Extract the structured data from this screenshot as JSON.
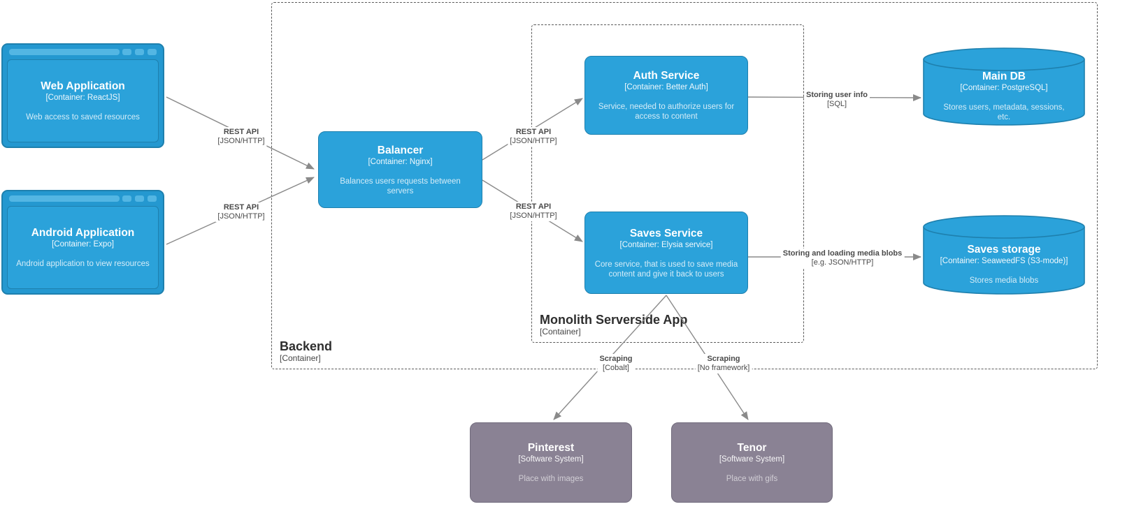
{
  "boundaries": {
    "backend": {
      "title": "Backend",
      "meta": "[Container]"
    },
    "monolith": {
      "title": "Monolith Serverside App",
      "meta": "[Container]"
    }
  },
  "nodes": {
    "web_app": {
      "title": "Web Application",
      "meta": "[Container: ReactJS]",
      "desc": "Web access to saved resources"
    },
    "android_app": {
      "title": "Android Application",
      "meta": "[Container: Expo]",
      "desc": "Android application to view resources"
    },
    "balancer": {
      "title": "Balancer",
      "meta": "[Container: Nginx]",
      "desc": "Balances users requests between servers"
    },
    "auth_service": {
      "title": "Auth Service",
      "meta": "[Container: Better Auth]",
      "desc": "Service, needed to authorize users for access to content"
    },
    "saves_service": {
      "title": "Saves Service",
      "meta": "[Container: Elysia service]",
      "desc": "Core service, that is used to save media content and give it back to users"
    },
    "main_db": {
      "title": "Main DB",
      "meta": "[Container: PostgreSQL]",
      "desc": "Stores users, metadata, sessions, etc."
    },
    "saves_storage": {
      "title": "Saves storage",
      "meta": "[Container: SeaweedFS (S3-mode)]",
      "desc": "Stores media blobs"
    },
    "pinterest": {
      "title": "Pinterest",
      "meta": "[Software System]",
      "desc": "Place with images"
    },
    "tenor": {
      "title": "Tenor",
      "meta": "[Software System]",
      "desc": "Place with gifs"
    }
  },
  "edges": {
    "web_to_balancer": {
      "label": "REST API",
      "meta": "[JSON/HTTP]"
    },
    "android_to_balancer": {
      "label": "REST API",
      "meta": "[JSON/HTTP]"
    },
    "balancer_to_auth": {
      "label": "REST API",
      "meta": "[JSON/HTTP]"
    },
    "balancer_to_saves": {
      "label": "REST API",
      "meta": "[JSON/HTTP]"
    },
    "auth_to_main_db": {
      "label": "Storing user info",
      "meta": "[SQL]"
    },
    "saves_to_storage": {
      "label": "Storing and loading media blobs",
      "meta": "[e.g. JSON/HTTP]"
    },
    "saves_to_pinterest": {
      "label": "Scraping",
      "meta": "[Cobalt]"
    },
    "saves_to_tenor": {
      "label": "Scraping",
      "meta": "[No framework]"
    }
  },
  "colors": {
    "container-fill": "#2BA2DA",
    "container-border": "#1E80AE",
    "frame-fill": "#2498D0",
    "frame-accent": "#53B6E3",
    "external-fill": "#8A8294",
    "external-border": "#716B7C",
    "line": "#8A8A8A",
    "boundary": "#5A5A5A",
    "edge-label": "#4A4A4A",
    "background": "#FFFFFF"
  }
}
